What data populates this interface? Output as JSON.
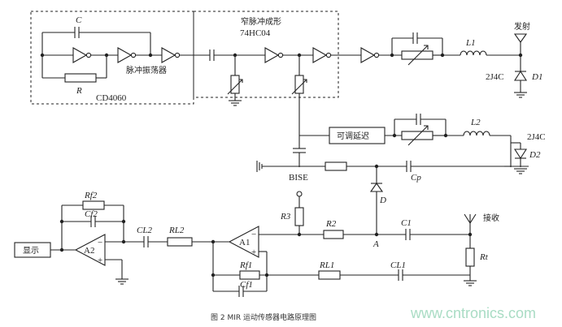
{
  "labels": {
    "c_top": "C",
    "r_osc": "R",
    "osc_block": "脉冲振荡器",
    "osc_chip": "CD4060",
    "shaper_block": "窄脉冲成形",
    "shaper_chip": "74HC04",
    "l1": "L1",
    "tx": "发射",
    "diode1_part": "2J4C",
    "d1": "D1",
    "delay_block": "可调延迟",
    "l2": "L2",
    "diode2_part": "2J4C",
    "d2": "D2",
    "bise": "BISE",
    "cp": "Cp",
    "d": "D",
    "rf2": "Rf2",
    "cf2": "Cf2",
    "display": "显示",
    "a2": "A2",
    "cl2": "CL2",
    "rl2": "RL2",
    "a1": "A1",
    "r3": "R3",
    "r2": "R2",
    "c1": "C1",
    "rx": "接收",
    "node_a": "A",
    "rf1": "Rf1",
    "cf1": "Cf1",
    "rl1": "RL1",
    "cl1": "CL1",
    "rt": "Rt",
    "minus": "−",
    "plus": "+",
    "caption": "图 2   MIR 运动传感器电路原理图",
    "watermark": "www.cntronics.com"
  }
}
